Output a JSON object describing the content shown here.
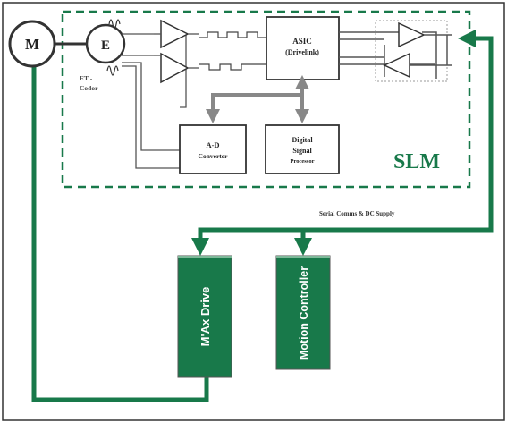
{
  "motor": {
    "label": "M"
  },
  "encoder": {
    "label": "E"
  },
  "encoder_caption": {
    "line1": "ET -",
    "line2": "Codor"
  },
  "asic": {
    "line1": "ASIC",
    "line2": "(Drivelink)"
  },
  "adc": {
    "line1": "A-D",
    "line2": "Converter"
  },
  "dsp": {
    "line1": "Digital",
    "line2": "Signal",
    "line3": "Processor"
  },
  "slm_label": "SLM",
  "serial_label": "Serial Comms & DC Supply",
  "drive_label": "M'Ax Drive",
  "controller_label": "Motion Controller",
  "colors": {
    "green": "#18794a",
    "line": "#555555",
    "border": "#333333",
    "background": "#ffffff"
  }
}
